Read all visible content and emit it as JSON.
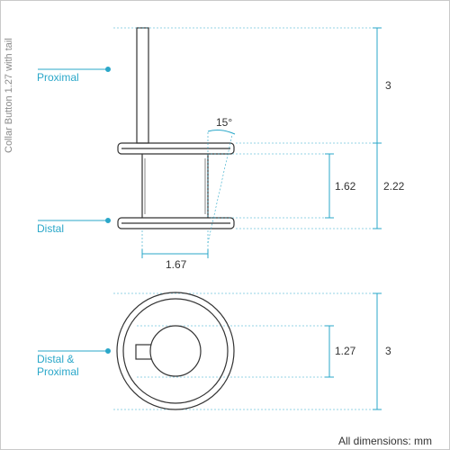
{
  "title": "Collar Button 1.27 with tail",
  "labels": {
    "proximal": "Proximal",
    "distal": "Distal",
    "distal_proximal_line1": "Distal &",
    "distal_proximal_line2": "Proximal"
  },
  "dimensions": {
    "tail_length": "3",
    "total_height": "2.22",
    "inner_height": "1.62",
    "angle": "15°",
    "body_width": "1.67",
    "hole_diameter": "1.27",
    "outer_diameter": "3"
  },
  "footer": "All dimensions: mm",
  "colors": {
    "accent": "#2aa7c9",
    "outline": "#333333",
    "text": "#333333",
    "title": "#8a8a8a"
  }
}
